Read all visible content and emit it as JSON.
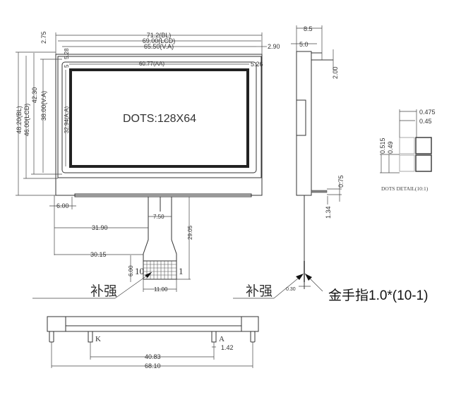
{
  "front_view": {
    "display_text": "DOTS:128X64",
    "dims": {
      "bl_width": "71.2(BL)",
      "lcd_width": "69.00(LCD)",
      "va_width": "65.50(V.A)",
      "aa_width": "60.77(AA)",
      "right_offset": "2.90",
      "aa_right_offset": "5.26",
      "top_offset": "2.75",
      "va_top_offset": "5.28",
      "aa_top_offset": "5",
      "bl_height": "48.20(BL)",
      "lcd_height": "46.00(LCD)",
      "height_42": "42.30",
      "va_height": "38.00(V.A)",
      "aa_height": "32.94(A.A)",
      "bottom_left": "6.00"
    }
  },
  "fpc": {
    "width_top": "7.50",
    "offset_31": "31.90",
    "offset_30": "30.15",
    "length": "29.05",
    "finger_width": "11.00",
    "finger_height": "6.00",
    "pin_first": "10",
    "pin_last": "1",
    "stiffener_label": "补强"
  },
  "side_view": {
    "depth_total": "8.5",
    "depth_lcd": "5.0",
    "top_step": "2.00",
    "fpc_thickness": "0.75",
    "fpc_offset": "1.34",
    "stiffener_thickness": "0.30",
    "stiffener_label": "补强",
    "gold_finger_label": "金手指1.0*(10-1)"
  },
  "dots_detail": {
    "pitch_x": "0.475",
    "dot_x": "0.45",
    "pitch_y": "0.515",
    "dot_y": "0.49",
    "caption": "DOTS DETAIL(10:1)"
  },
  "bottom_view": {
    "pin_k": "K",
    "pin_a": "A",
    "pin_width": "1.42",
    "ka_spacing": "40.83",
    "total_spacing": "68.10"
  }
}
